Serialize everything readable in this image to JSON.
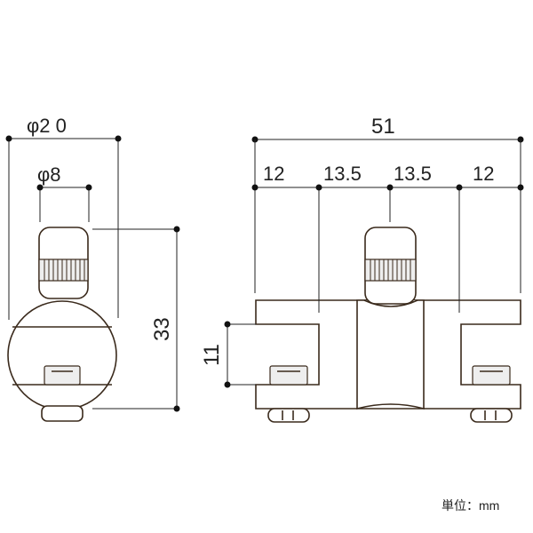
{
  "dimensions": {
    "outer_diameter": "φ2 0",
    "knob_diameter": "φ8",
    "height": "33",
    "total_width": "51",
    "segment_1": "12",
    "segment_2": "13.5",
    "segment_3": "13.5",
    "segment_4": "12",
    "slot_height": "11"
  },
  "unit_label": "単位：mm",
  "colors": {
    "outline": "#3a2a1c",
    "dimension": "#222222"
  }
}
